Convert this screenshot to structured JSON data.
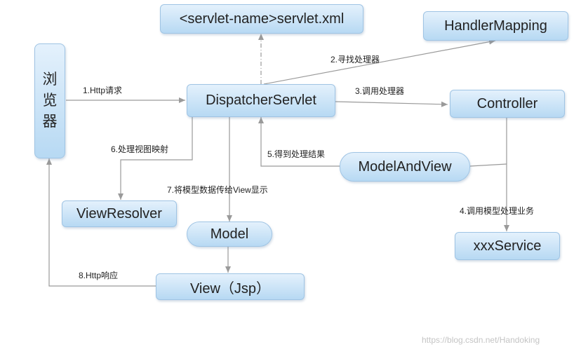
{
  "nodes": {
    "browser": "浏览器",
    "servlet_xml": "<servlet-name>servlet.xml",
    "handler_mapping": "HandlerMapping",
    "dispatcher": "DispatcherServlet",
    "controller": "Controller",
    "model_and_view": "ModelAndView",
    "view_resolver": "ViewResolver",
    "model": "Model",
    "xxx_service": "xxxService",
    "view_jsp": "View（Jsp）"
  },
  "edges": {
    "step1": "1.Http请求",
    "step2": "2.寻找处理器",
    "step3": "3.调用处理器",
    "step4": "4.调用模型处理业务",
    "step5": "5.得到处理结果",
    "step6": "6.处理视图映射",
    "step7": "7.将模型数据传给View显示",
    "step8": "8.Http响应"
  },
  "watermark": "https://blog.csdn.net/Handoking",
  "colors": {
    "node_top": "#e4f1fc",
    "node_bottom": "#b7d9f3",
    "node_border": "#9fc4e4",
    "arrow": "#9a9a9a"
  }
}
